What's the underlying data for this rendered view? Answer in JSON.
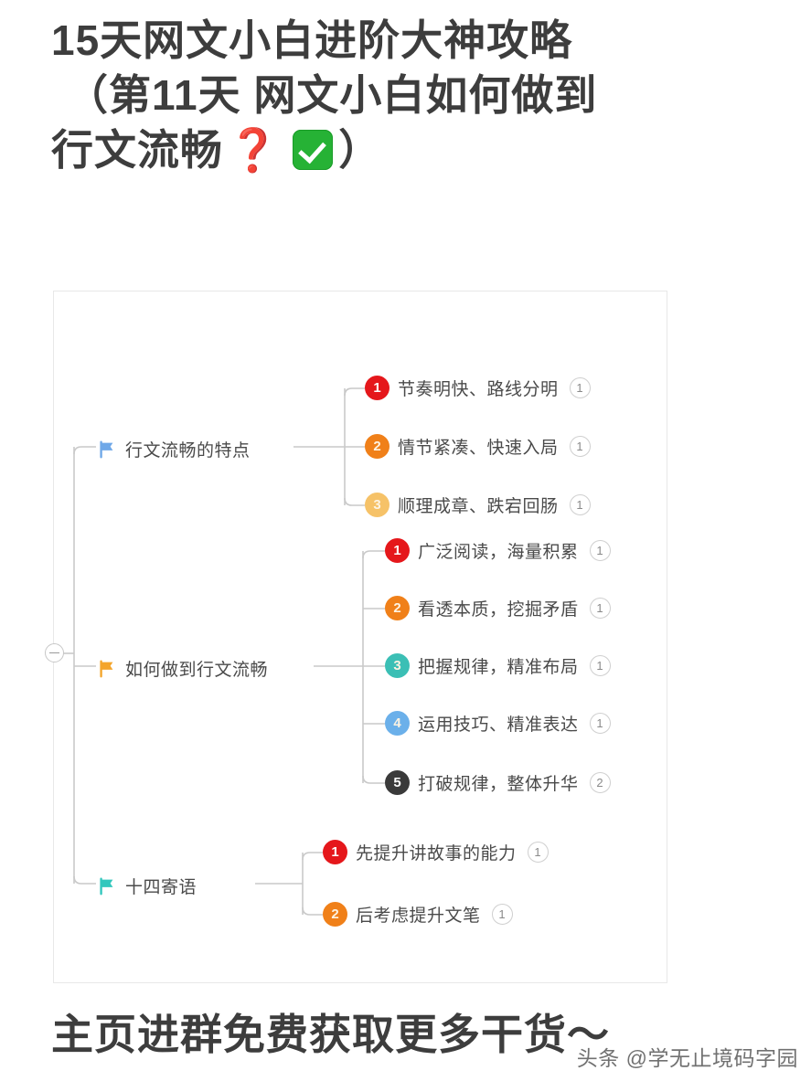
{
  "title": {
    "line1": "15天网文小白进阶大神攻略",
    "line2_a": "（第11天 网文小白如何做到",
    "line3_a": "行文流畅",
    "question_mark": "❓",
    "check_icon": "white-check-mark",
    "line3_b": "）"
  },
  "footer": {
    "cta": "主页进群免费获取更多干货～",
    "watermark": "头条 @学无止境码字园"
  },
  "mindmap": {
    "root": {
      "toggle": "collapse-toggle",
      "state": "expanded"
    },
    "branches": [
      {
        "label": "行文流畅的特点",
        "flag_color": "#6fa8e8",
        "items": [
          {
            "num": "1",
            "text": "节奏明快、路线分明",
            "color": "#e5171b",
            "count": "1"
          },
          {
            "num": "2",
            "text": "情节紧凑、快速入局",
            "color": "#f08019",
            "count": "1"
          },
          {
            "num": "3",
            "text": "顺理成章、跌宕回肠",
            "color": "#f6c268",
            "count": "1"
          }
        ]
      },
      {
        "label": "如何做到行文流畅",
        "flag_color": "#f4a52c",
        "items": [
          {
            "num": "1",
            "text": "广泛阅读，海量积累",
            "color": "#e5171b",
            "count": "1"
          },
          {
            "num": "2",
            "text": "看透本质，挖掘矛盾",
            "color": "#f08019",
            "count": "1"
          },
          {
            "num": "3",
            "text": "把握规律，精准布局",
            "color": "#3bbfb5",
            "count": "1"
          },
          {
            "num": "4",
            "text": "运用技巧、精准表达",
            "color": "#6bb0ea",
            "count": "1"
          },
          {
            "num": "5",
            "text": "打破规律，整体升华",
            "color": "#3a3a3a",
            "count": "2"
          }
        ]
      },
      {
        "label": "十四寄语",
        "flag_color": "#33c7bd",
        "items": [
          {
            "num": "1",
            "text": "先提升讲故事的能力",
            "color": "#e5171b",
            "count": "1"
          },
          {
            "num": "2",
            "text": "后考虑提升文笔",
            "color": "#f08019",
            "count": "1"
          }
        ]
      }
    ]
  },
  "colors": {
    "text": "#3d3d3d",
    "node_text": "#4a4a4a",
    "card_border": "#e8e8e8",
    "connector": "#c9c9c9",
    "red_accent": "#e02020",
    "green_check": "#26b235"
  }
}
